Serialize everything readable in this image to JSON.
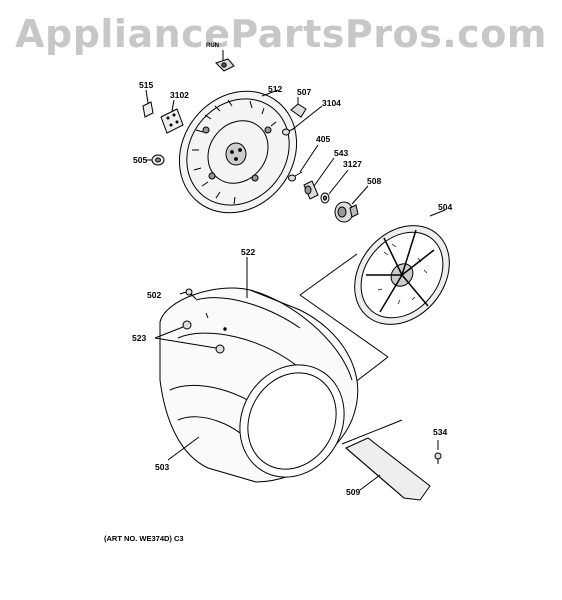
{
  "watermark": "AppliancePartsPros.com",
  "caption": "(ART NO. WE374D) C3",
  "colors": {
    "line": "#000000",
    "watermark": "#c7c7c7",
    "background": "#ffffff"
  },
  "parts": {
    "p515": "515",
    "p3102": "3102",
    "p512": "512",
    "p507": "507",
    "p3104": "3104",
    "p505": "505",
    "p405": "405",
    "p543": "543",
    "p3127": "3127",
    "p508": "508",
    "p504": "504",
    "p522": "522",
    "p502": "502",
    "p523": "523",
    "p503": "503",
    "p534": "534",
    "p509": "509",
    "pRun": "RUN"
  }
}
